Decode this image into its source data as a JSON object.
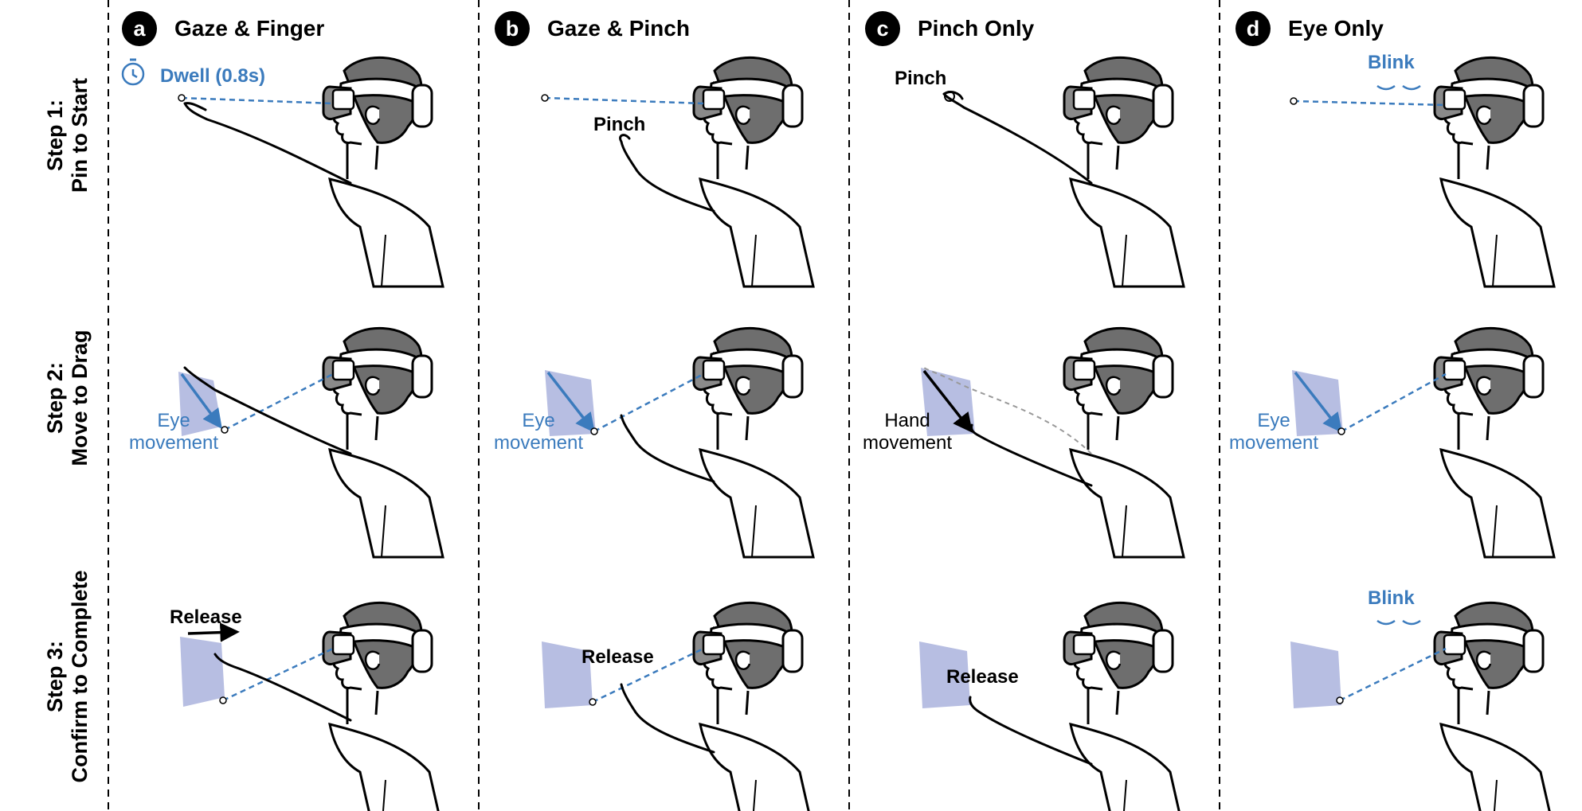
{
  "columns": [
    {
      "badge": "a",
      "title": "Gaze & Finger"
    },
    {
      "badge": "b",
      "title": "Gaze & Pinch"
    },
    {
      "badge": "c",
      "title": "Pinch Only"
    },
    {
      "badge": "d",
      "title": "Eye Only"
    }
  ],
  "rows": [
    {
      "label_1": "Step 1:",
      "label_2": "Pin to Start"
    },
    {
      "label_1": "Step 2:",
      "label_2": "Move to Drag"
    },
    {
      "label_1": "Step 3:",
      "label_2": "Confirm to Complete"
    }
  ],
  "annotations": {
    "a1": "Dwell (0.8s)",
    "b1": "Pinch",
    "c1": "Pinch",
    "d1": "Blink",
    "a2_1": "Eye",
    "a2_2": "movement",
    "b2_1": "Eye",
    "b2_2": "movement",
    "c2_1": "Hand",
    "c2_2": "movement",
    "d2_1": "Eye",
    "d2_2": "movement",
    "a3": "Release",
    "b3": "Release",
    "c3": "Release",
    "d3": "Blink"
  },
  "colors": {
    "accent_blue": "#3b7bbd",
    "panel_fill": "#aab3dd",
    "line": "#000000",
    "hair": "#6e6e6e"
  }
}
